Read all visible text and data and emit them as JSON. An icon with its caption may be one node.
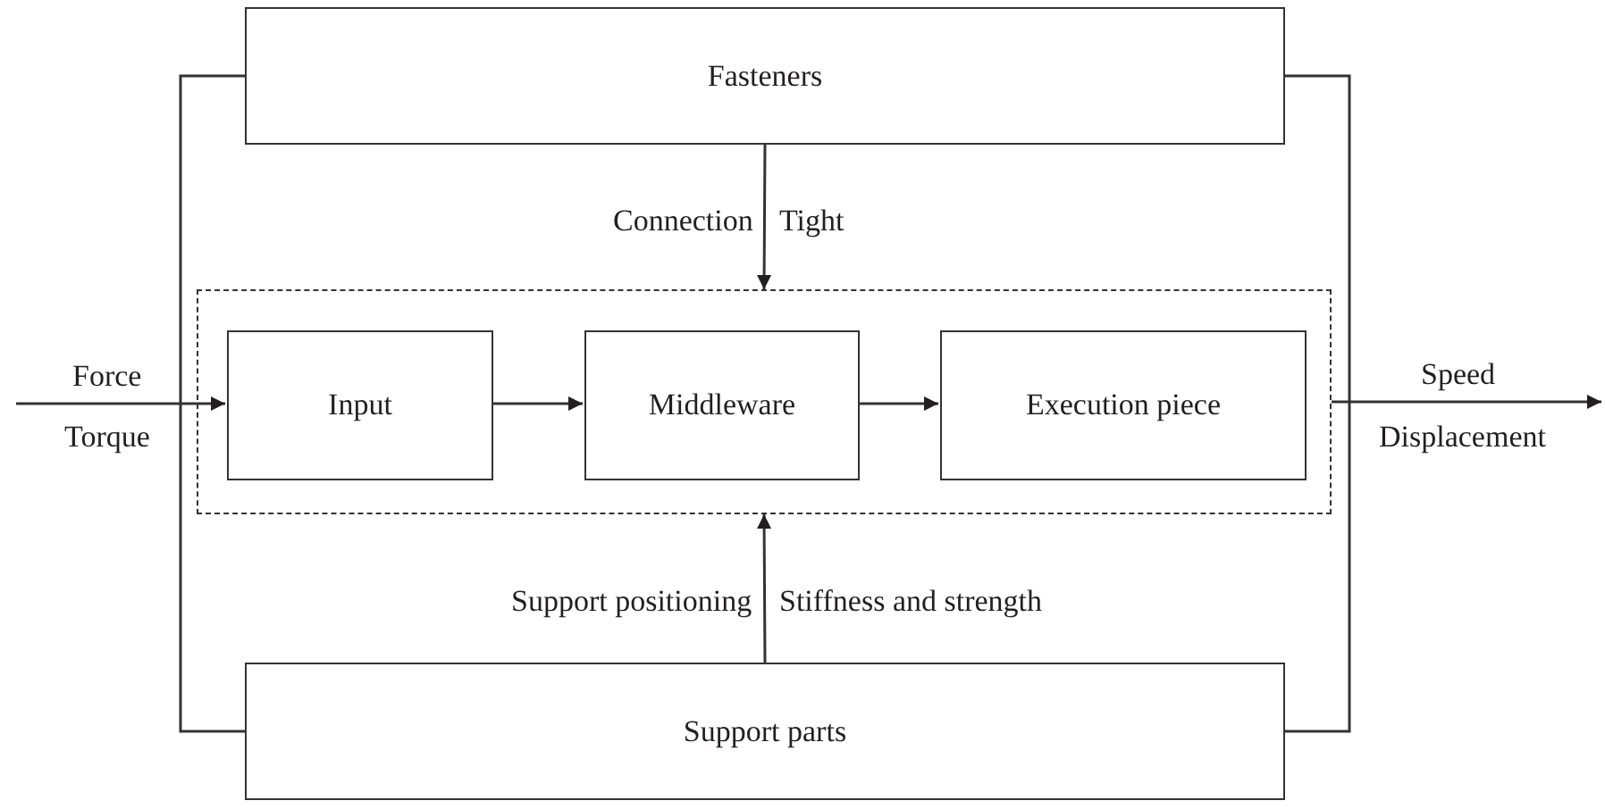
{
  "diagram": {
    "nodes": [
      {
        "text": [
          "Fasteners"
        ]
      },
      {
        "text": [],
        "shape": "box"
      },
      {
        "text": [
          "Input"
        ],
        "in": 1
      },
      {
        "text": [
          "Middleware"
        ],
        "in": 1
      },
      {
        "text": [
          "Execution piece"
        ],
        "in": 1
      },
      {
        "text": [
          "Support parts"
        ]
      }
    ],
    "edges": [
      {
        "from": 0,
        "to": 1,
        "arrow": "to"
      },
      {
        "from": 5,
        "to": 1,
        "arrow": "to"
      },
      {
        "from": 2,
        "to": 3,
        "arrow": "to"
      },
      {
        "from": 3,
        "to": 4,
        "arrow": "to"
      },
      {
        "from": null,
        "to": 2,
        "arrow": "to"
      },
      {
        "from": 1,
        "to": null,
        "arrow": "to"
      },
      {
        "from": 0,
        "to": 5,
        "arrow": "none"
      },
      {
        "from": 0,
        "to": 5,
        "arrow": "none"
      }
    ],
    "labels": [
      "Connection",
      "Tight",
      "Force",
      "Torque",
      "Speed",
      "Displacement",
      "Support positioning",
      "Stiffness and strength"
    ]
  }
}
